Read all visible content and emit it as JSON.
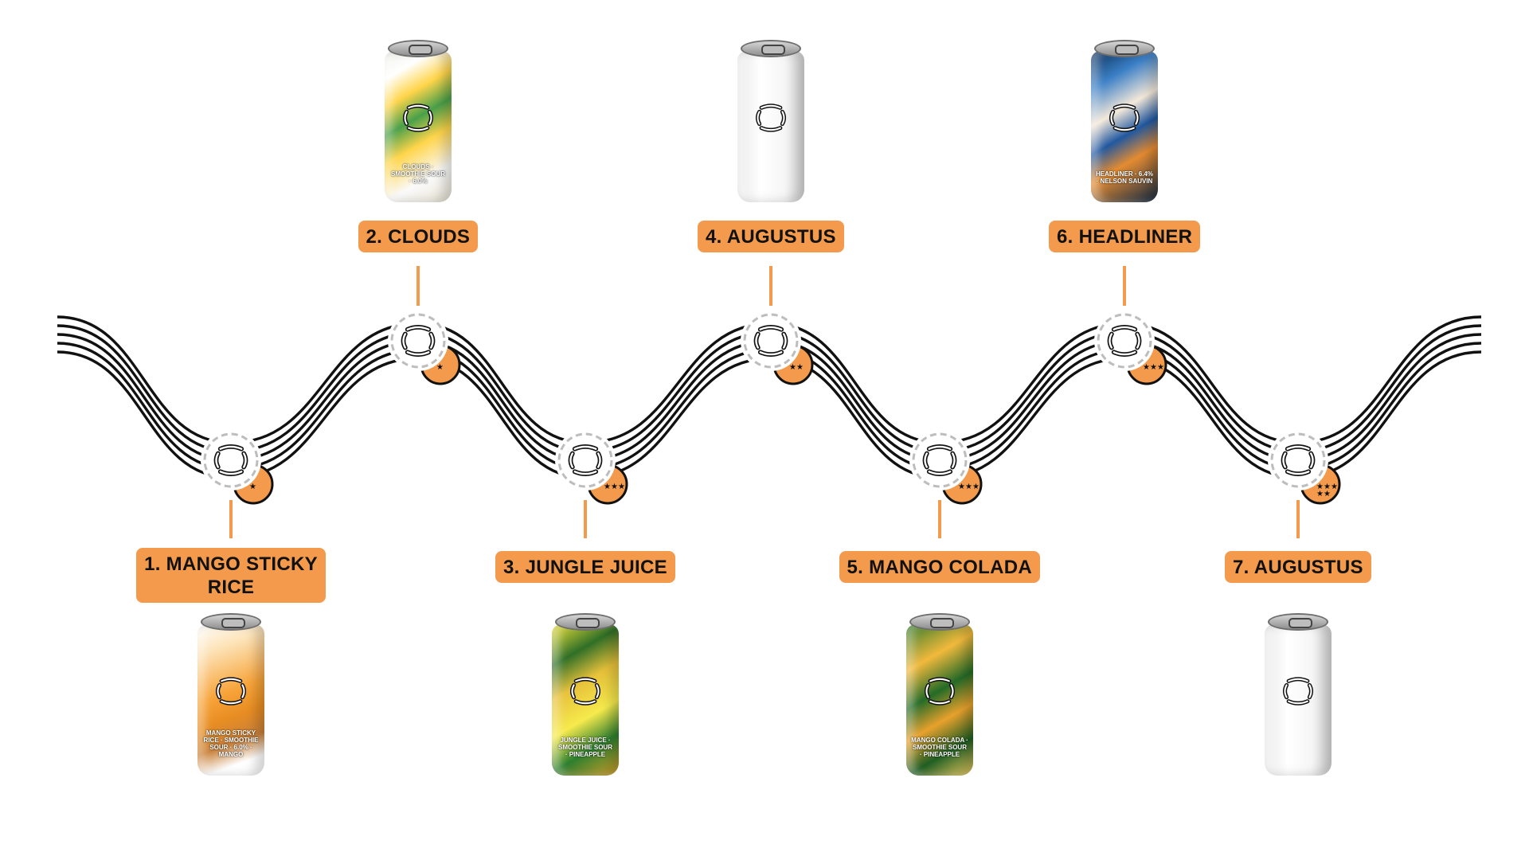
{
  "colors": {
    "accent": "#f39a4c",
    "line": "#111111",
    "background": "#ffffff"
  },
  "stops": [
    {
      "label": "1. MANGO STICKY RICE",
      "can_text": "MANGO STICKY RICE · SMOOTHIE SOUR · 6.0% · MANGO",
      "can_theme": "mango-sticky-rice",
      "stars": 1
    },
    {
      "label": "2. CLOUDS",
      "can_text": "CLOUDS · SMOOTHIE SOUR · 6.0%",
      "can_theme": "clouds",
      "stars": 1
    },
    {
      "label": "3. JUNGLE JUICE",
      "can_text": "JUNGLE JUICE · SMOOTHIE SOUR · PINEAPPLE",
      "can_theme": "jungle-juice",
      "stars": 3
    },
    {
      "label": "4. AUGUSTUS",
      "can_text": "",
      "can_theme": "plain-white",
      "stars": 2
    },
    {
      "label": "5. MANGO COLADA",
      "can_text": "MANGO COLADA · SMOOTHIE SOUR · PINEAPPLE",
      "can_theme": "mango-colada",
      "stars": 3
    },
    {
      "label": "6. HEADLINER",
      "can_text": "HEADLINER · 6.4% · NELSON SAUVIN",
      "can_theme": "headliner",
      "stars": 3
    },
    {
      "label": "7. AUGUSTUS",
      "can_text": "",
      "can_theme": "plain-white",
      "stars": 5
    }
  ]
}
